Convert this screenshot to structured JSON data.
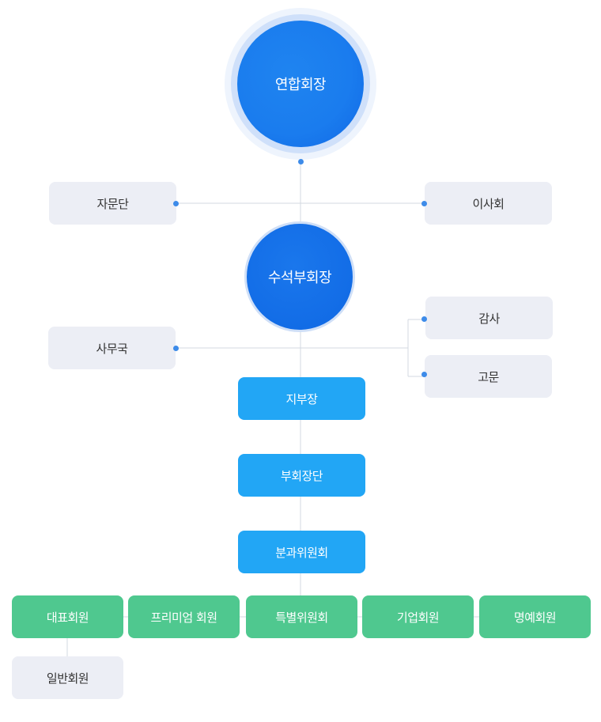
{
  "colors": {
    "line": "#d3d8e0",
    "dot": "#3d8be9",
    "primary": "#1a7cee",
    "blue_box": "#22a6f5",
    "green_box": "#4fc88f",
    "gray_box": "#eceef5"
  },
  "top": {
    "chairman": "연합회장"
  },
  "advisory": {
    "left": "자문단",
    "right": "이사회"
  },
  "vice": {
    "senior": "수석부회장"
  },
  "office": {
    "left": "사무국",
    "audit": "감사",
    "advisor": "고문"
  },
  "chain": {
    "branch": "지부장",
    "vice_group": "부회장단",
    "committee": "분과위원회"
  },
  "members": [
    "대표회원",
    "프리미엄 회원",
    "특별위원회",
    "기업회원",
    "명예회원"
  ],
  "general": "일반회원"
}
